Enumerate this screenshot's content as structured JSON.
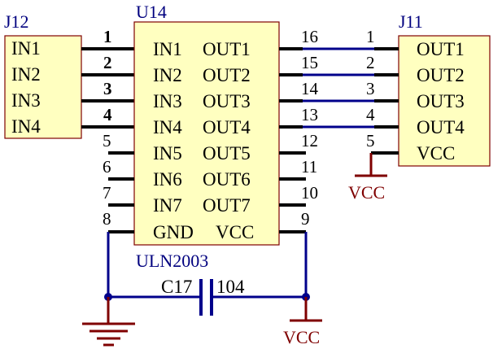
{
  "j12": {
    "designator": "J12",
    "pins": [
      "IN1",
      "IN2",
      "IN3",
      "IN4"
    ]
  },
  "u14": {
    "designator": "U14",
    "value": "ULN2003",
    "left_pins": [
      {
        "num": "1",
        "name": "IN1"
      },
      {
        "num": "2",
        "name": "IN2"
      },
      {
        "num": "3",
        "name": "IN3"
      },
      {
        "num": "4",
        "name": "IN4"
      },
      {
        "num": "5",
        "name": "IN5"
      },
      {
        "num": "6",
        "name": "IN6"
      },
      {
        "num": "7",
        "name": "IN7"
      },
      {
        "num": "8",
        "name": "GND"
      }
    ],
    "right_pins": [
      {
        "num": "16",
        "name": "OUT1"
      },
      {
        "num": "15",
        "name": "OUT2"
      },
      {
        "num": "14",
        "name": "OUT3"
      },
      {
        "num": "13",
        "name": "OUT4"
      },
      {
        "num": "12",
        "name": "OUT5"
      },
      {
        "num": "11",
        "name": "OUT6"
      },
      {
        "num": "10",
        "name": "OUT7"
      },
      {
        "num": "9",
        "name": "VCC"
      }
    ]
  },
  "j11": {
    "designator": "J11",
    "pins": [
      {
        "num": "1",
        "name": "OUT1"
      },
      {
        "num": "2",
        "name": "OUT2"
      },
      {
        "num": "3",
        "name": "OUT3"
      },
      {
        "num": "4",
        "name": "OUT4"
      },
      {
        "num": "5",
        "name": "VCC"
      }
    ]
  },
  "c17": {
    "designator": "C17",
    "value": "104"
  },
  "power": {
    "vcc_j11": "VCC",
    "vcc_bottom": "VCC"
  },
  "colors": {
    "component_fill": "#ffffc0",
    "component_border": "#7f0000",
    "wire": "#00008b",
    "power": "#7f0000",
    "designator": "#00007f"
  }
}
